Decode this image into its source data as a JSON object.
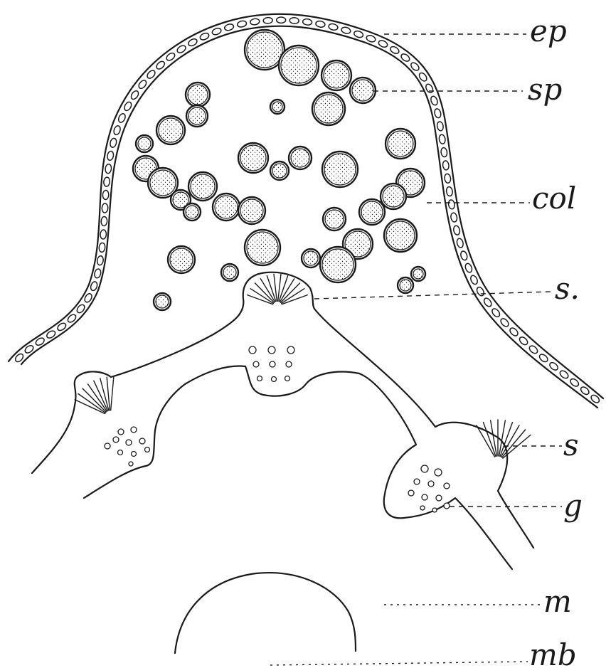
{
  "figure": {
    "labels": {
      "ep": "ep",
      "sp": "sp",
      "col": "col",
      "s_upper": "s.",
      "s_lower": "s",
      "g": "g",
      "m": "m",
      "mb": "mb"
    },
    "colors": {
      "ink": "#1a1a1a",
      "paper": "#ffffff",
      "stipple": "#1a1a1a"
    }
  }
}
